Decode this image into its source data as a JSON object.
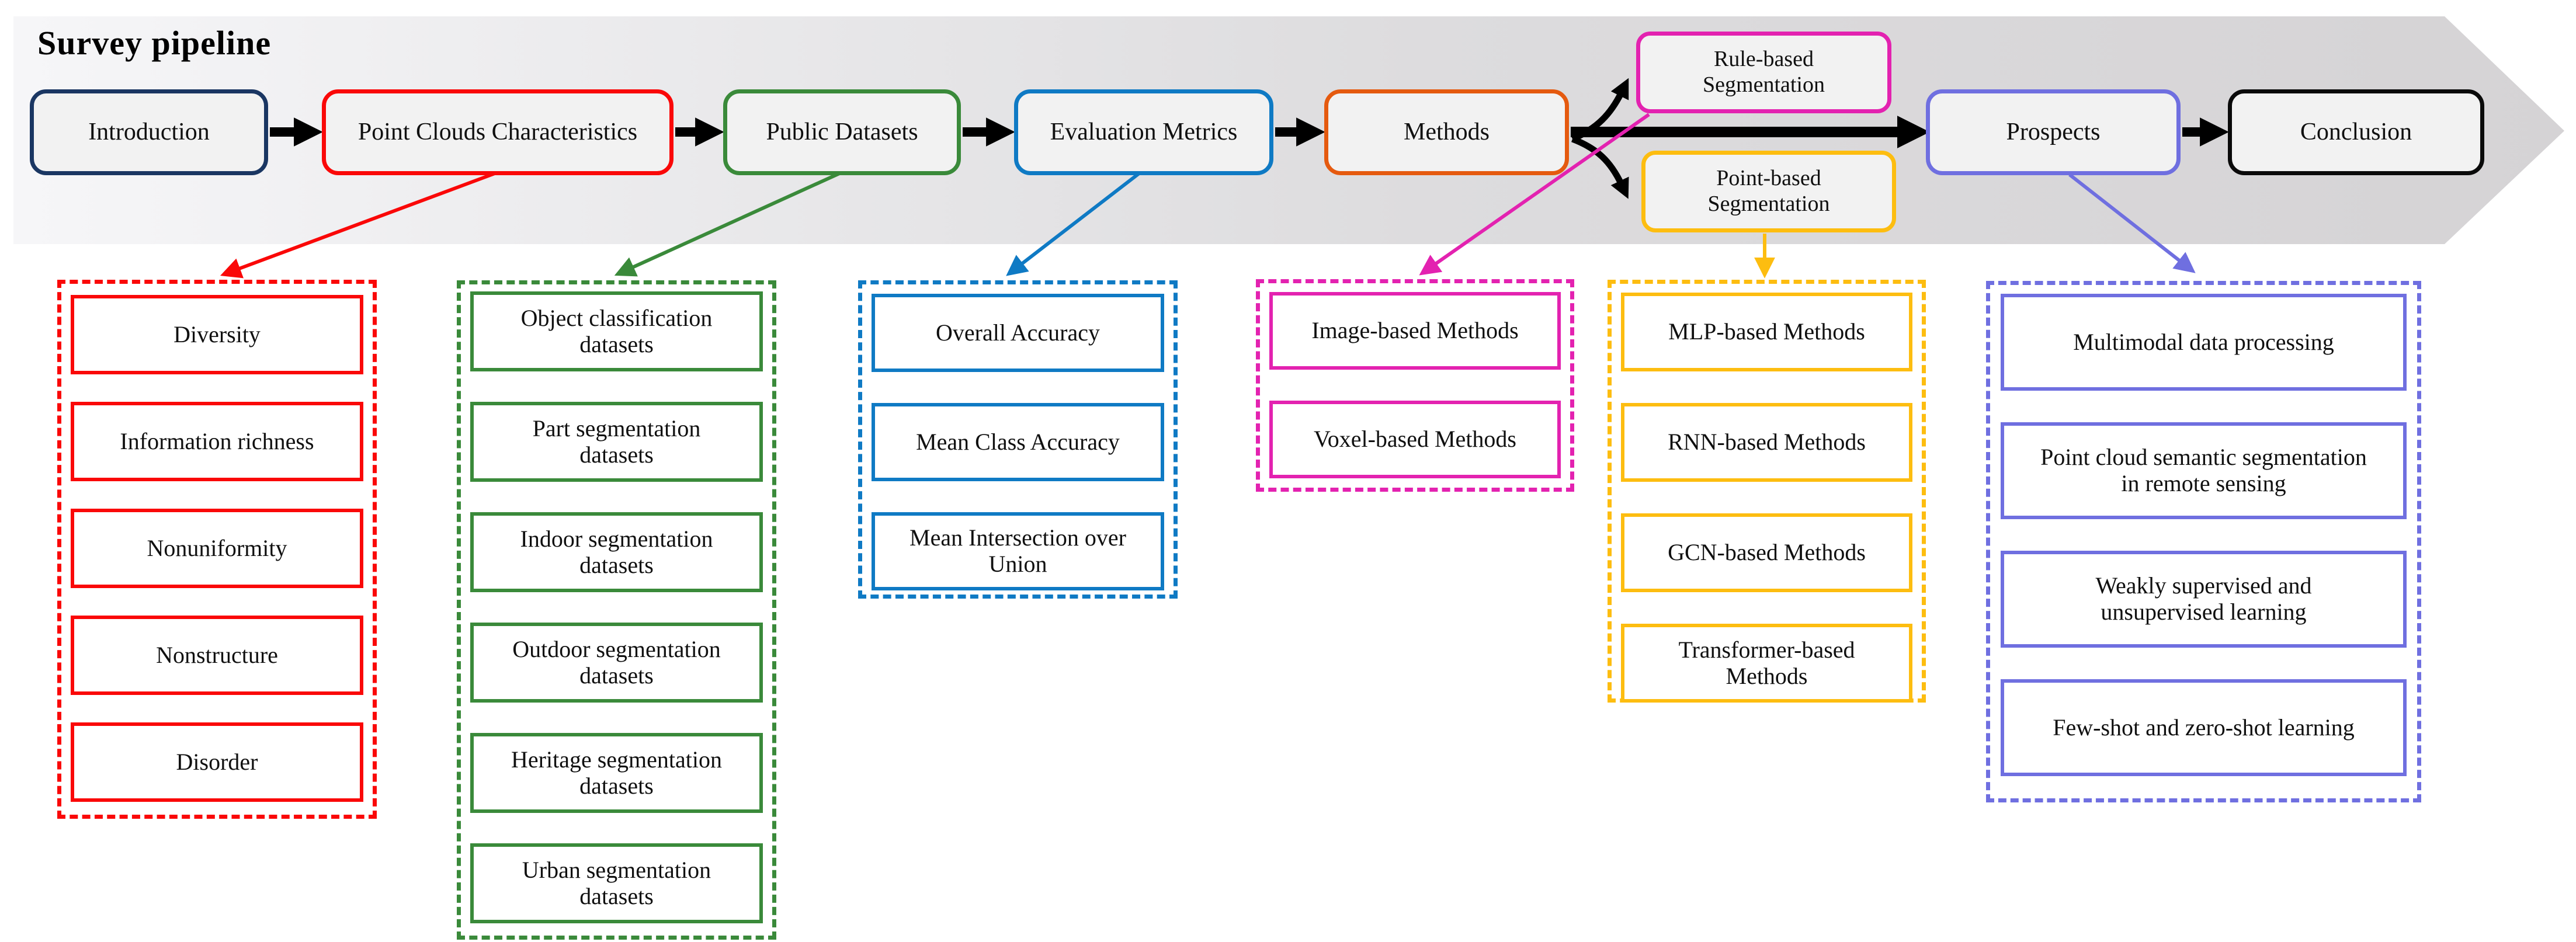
{
  "title": "Survey pipeline",
  "colors": {
    "background_arrow_start": "#f6f6f8",
    "background_arrow_end": "#d5d3d5",
    "stage_fill": "#f2f2f2",
    "item_fill": "#ffffff",
    "flow_arrow": "#000000",
    "navy": "#1a3662",
    "red": "#fa0808",
    "green": "#3a8a3a",
    "blue": "#0f7ac4",
    "orange": "#e55a0f",
    "magenta": "#e322b0",
    "yellow": "#fdbd10",
    "purple": "#6f6fe0",
    "black": "#0a0a0a"
  },
  "pipeline": {
    "stages": [
      {
        "label": "Introduction",
        "color": "#1a3662"
      },
      {
        "label": "Point Clouds Characteristics",
        "color": "#fa0808"
      },
      {
        "label": "Public Datasets",
        "color": "#3a8a3a"
      },
      {
        "label": "Evaluation Metrics",
        "color": "#0f7ac4"
      },
      {
        "label": "Methods",
        "color": "#e55a0f"
      },
      {
        "label": "Prospects",
        "color": "#6f6fe0"
      },
      {
        "label": "Conclusion",
        "color": "#0a0a0a"
      }
    ],
    "branches": [
      {
        "label": "Rule-based\nSegmentation",
        "color": "#e322b0"
      },
      {
        "label": "Point-based\nSegmentation",
        "color": "#fdbd10"
      }
    ]
  },
  "groups": [
    {
      "name": "point-cloud-characteristics",
      "color": "#fa0808",
      "items": [
        "Diversity",
        "Information richness",
        "Nonuniformity",
        "Nonstructure",
        "Disorder"
      ]
    },
    {
      "name": "public-datasets",
      "color": "#3a8a3a",
      "items": [
        "Object classification\ndatasets",
        "Part segmentation\ndatasets",
        "Indoor segmentation\ndatasets",
        "Outdoor segmentation\ndatasets",
        "Heritage segmentation\ndatasets",
        "Urban segmentation\ndatasets"
      ]
    },
    {
      "name": "evaluation-metrics",
      "color": "#0f7ac4",
      "items": [
        "Overall Accuracy",
        "Mean Class Accuracy",
        "Mean Intersection over\nUnion"
      ]
    },
    {
      "name": "rule-based-segmentation-methods",
      "color": "#e322b0",
      "items": [
        "Image-based Methods",
        "Voxel-based Methods"
      ]
    },
    {
      "name": "point-based-segmentation-methods",
      "color": "#fdbd10",
      "items": [
        "MLP-based Methods",
        "RNN-based Methods",
        "GCN-based Methods",
        "Transformer-based\nMethods"
      ]
    },
    {
      "name": "prospects-topics",
      "color": "#6f6fe0",
      "items": [
        "Multimodal data processing",
        "Point cloud semantic segmentation\nin remote sensing",
        "Weakly supervised and\nunsupervised learning",
        "Few-shot and zero-shot learning"
      ]
    }
  ]
}
